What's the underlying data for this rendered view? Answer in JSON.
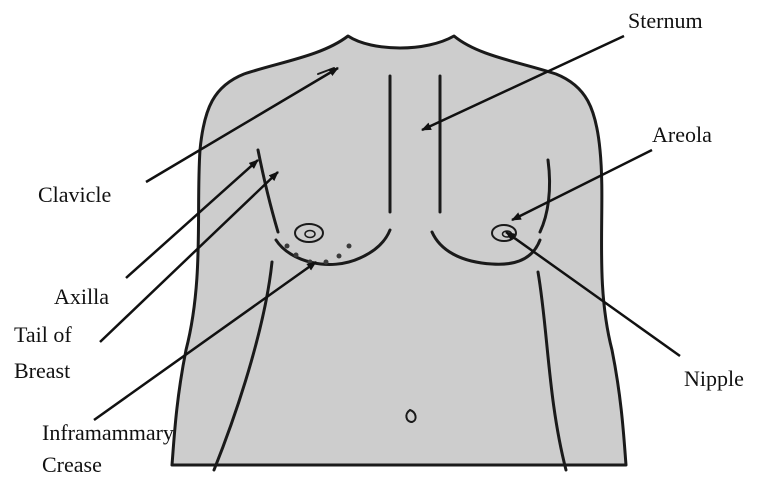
{
  "colors": {
    "skin": "#cdcdcd",
    "outline": "#1a1a1a",
    "background": "#ffffff"
  },
  "labels": {
    "sternum": "Sternum",
    "areola": "Areola",
    "clavicle": "Clavicle",
    "axilla": "Axilla",
    "tail_of_breast_line1": "Tail of",
    "tail_of_breast_line2": "Breast",
    "nipple": "Nipple",
    "inframammary_line1": "Inframammary",
    "inframammary_line2": "Crease"
  }
}
